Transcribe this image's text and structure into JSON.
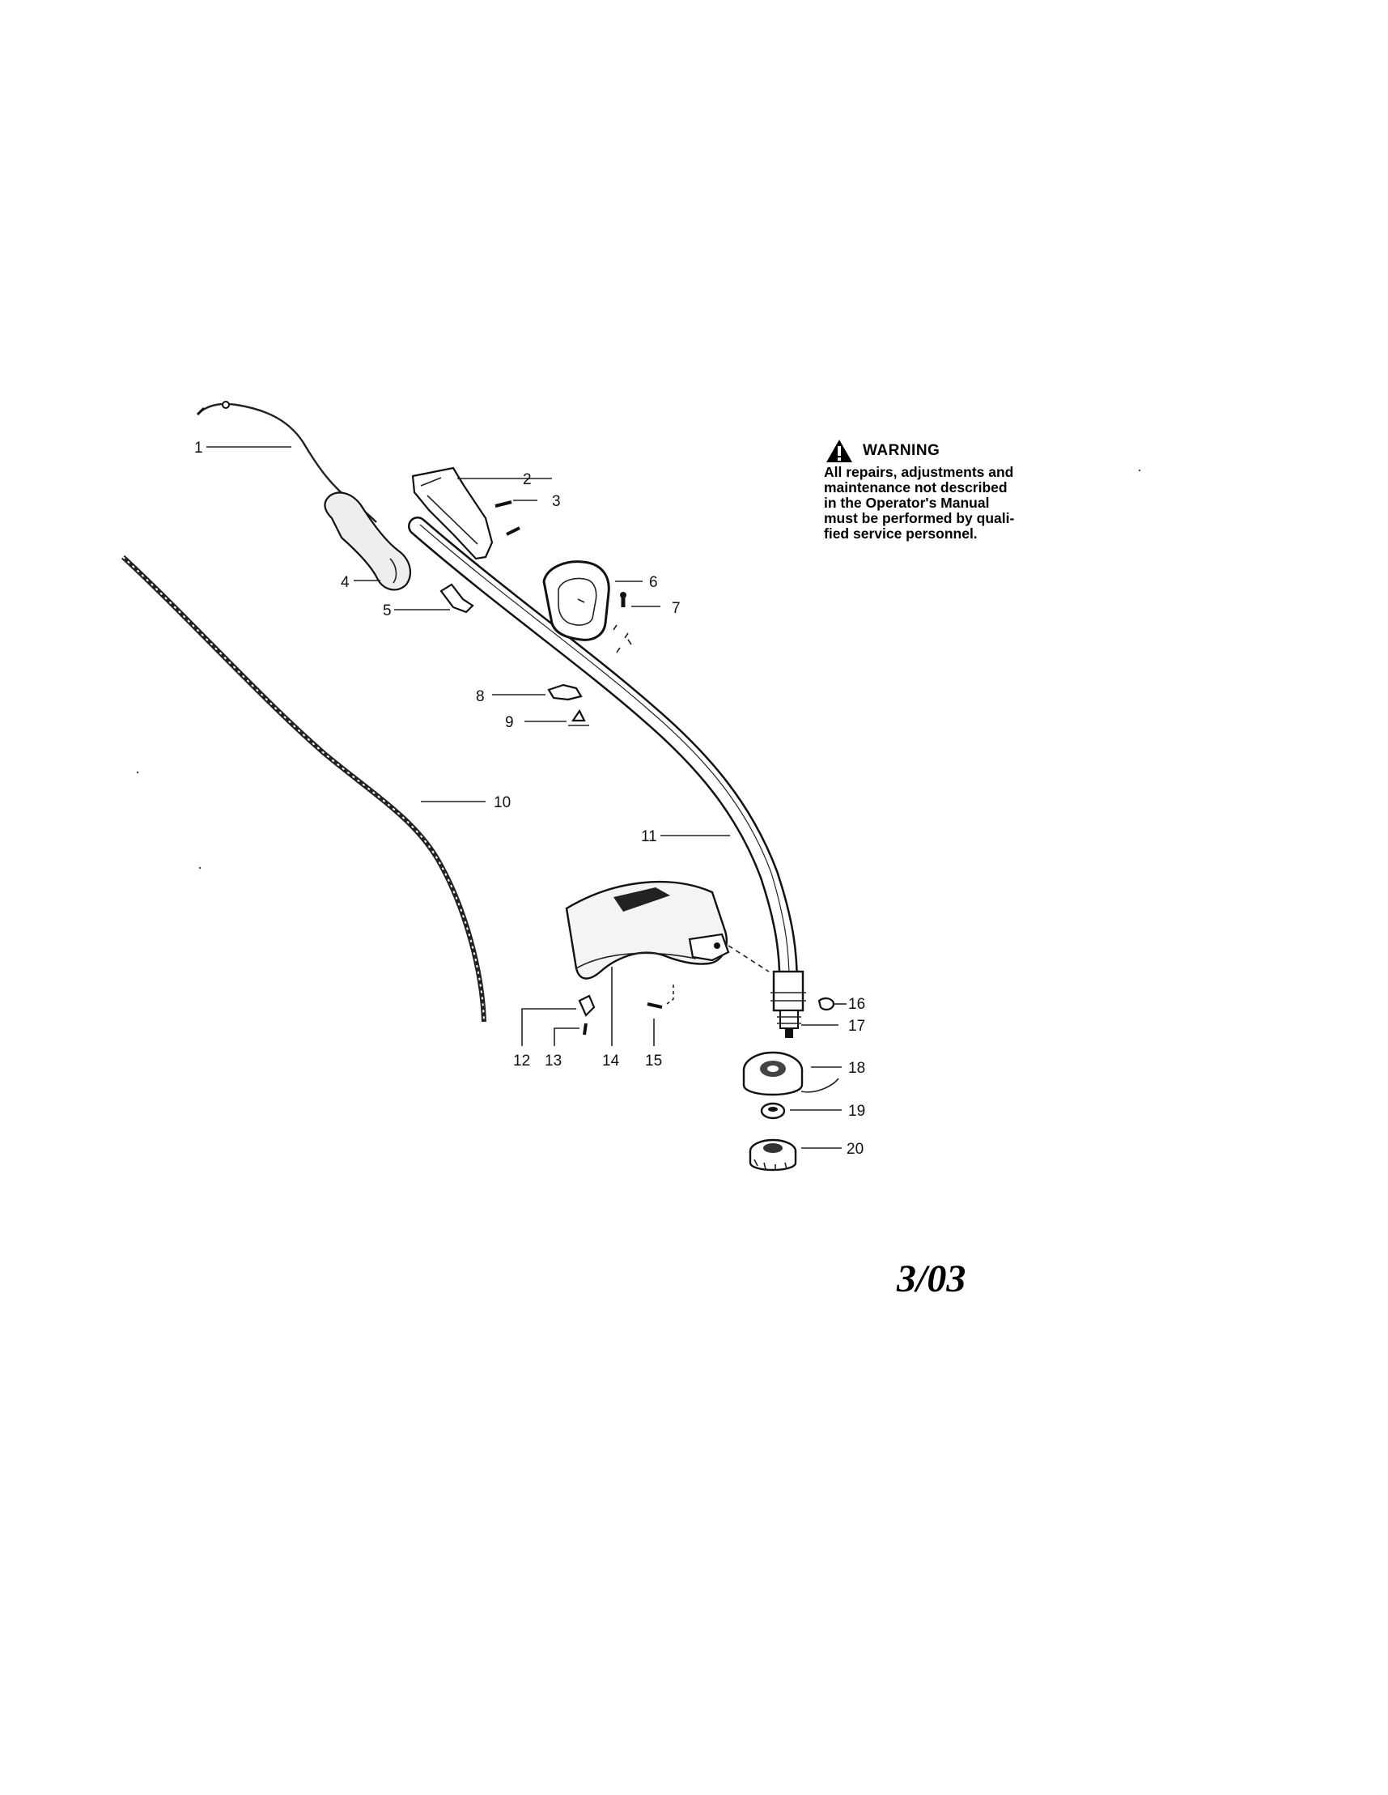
{
  "warning": {
    "title": "WARNING",
    "icon": "warning-triangle-icon",
    "lines": [
      "All repairs, adjustments and",
      "maintenance not described",
      "in the Operator's Manual",
      "must be performed by quali-",
      "fied service personnel."
    ]
  },
  "date_code": "3/03",
  "parts": [
    {
      "ref": "1"
    },
    {
      "ref": "2"
    },
    {
      "ref": "3"
    },
    {
      "ref": "4"
    },
    {
      "ref": "5"
    },
    {
      "ref": "6"
    },
    {
      "ref": "7"
    },
    {
      "ref": "8"
    },
    {
      "ref": "9"
    },
    {
      "ref": "10"
    },
    {
      "ref": "11"
    },
    {
      "ref": "12"
    },
    {
      "ref": "13"
    },
    {
      "ref": "14"
    },
    {
      "ref": "15"
    },
    {
      "ref": "16"
    },
    {
      "ref": "17"
    },
    {
      "ref": "18"
    },
    {
      "ref": "19"
    },
    {
      "ref": "20"
    }
  ]
}
